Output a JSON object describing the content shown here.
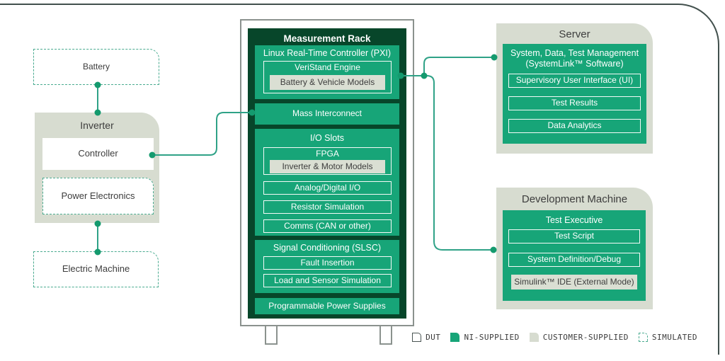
{
  "left": {
    "battery": "Battery",
    "inverter": "Inverter",
    "controller": "Controller",
    "power_electronics": "Power Electronics",
    "electric_machine": "Electric Machine"
  },
  "rack": {
    "title": "Measurement Rack",
    "linux_rt": "Linux Real-Time Controller (PXI)",
    "veristand": "VeriStand Engine",
    "battery_vehicle_models": "Battery & Vehicle Models",
    "mass_interconnect": "Mass Interconnect",
    "io_slots": "I/O Slots",
    "fpga": "FPGA",
    "inverter_motor_models": "Inverter & Motor Models",
    "analog_digital_io": "Analog/Digital I/O",
    "resistor_simulation": "Resistor Simulation",
    "comms": "Comms (CAN or other)",
    "slsc": "Signal Conditioning (SLSC)",
    "fault_insertion": "Fault Insertion",
    "load_sensor_simulation": "Load and Sensor Simulation",
    "power_supplies": "Programmable Power Supplies"
  },
  "server": {
    "title": "Server",
    "mgmt_line1": "System, Data, Test Management",
    "mgmt_line2": "(SystemLink™ Software)",
    "supervisory": "Supervisory User Interface (UI)",
    "test_results": "Test Results",
    "data_analytics": "Data Analytics"
  },
  "dev": {
    "title": "Development Machine",
    "test_executive": "Test Executive",
    "test_script": "Test Script",
    "system_definition": "System Definition/Debug",
    "simulink": "Simulink™ IDE (External Mode)"
  },
  "legend": {
    "dut": "DUT",
    "ni_supplied": "NI-SUPPLIED",
    "customer_supplied": "CUSTOMER-SUPPLIED",
    "simulated": "SIMULATED"
  },
  "colors": {
    "ni_green": "#17a578",
    "dark_green": "#07462a",
    "customer_sage": "#d7dcd0",
    "connector": "#2fa287",
    "page_frame": "#42504d"
  }
}
